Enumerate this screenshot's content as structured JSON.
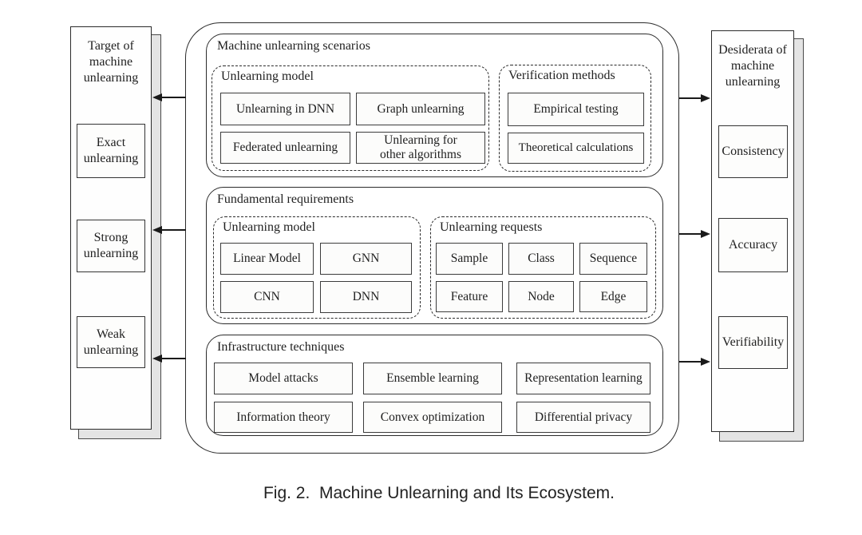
{
  "caption": "Fig. 2.  Machine Unlearning and Its Ecosystem.",
  "left_panel": {
    "title": "Target of\nmachine\nunlearning",
    "items": [
      "Exact\nunlearning",
      "Strong\nunlearning",
      "Weak\nunlearning"
    ]
  },
  "right_panel": {
    "title": "Desiderata of\nmachine\nunlearning",
    "items": [
      "Consistency",
      "Accuracy",
      "Verifiability"
    ]
  },
  "sections": {
    "scenarios": {
      "title": "Machine unlearning scenarios",
      "unlearning_model": {
        "title": "Unlearning model",
        "items": [
          "Unlearning in DNN",
          "Graph unlearning",
          "Federated unlearning",
          "Unlearning for\nother algorithms"
        ]
      },
      "verification_methods": {
        "title": "Verification methods",
        "items": [
          "Empirical testing",
          "Theoretical calculations"
        ]
      }
    },
    "requirements": {
      "title": "Fundamental requirements",
      "unlearning_model": {
        "title": "Unlearning model",
        "items": [
          "Linear Model",
          "GNN",
          "CNN",
          "DNN"
        ]
      },
      "unlearning_requests": {
        "title": "Unlearning requests",
        "items": [
          "Sample",
          "Class",
          "Sequence",
          "Feature",
          "Node",
          "Edge"
        ]
      }
    },
    "infrastructure": {
      "title": "Infrastructure techniques",
      "items": [
        "Model attacks",
        "Ensemble learning",
        "Representation learning",
        "Information theory",
        "Convex optimization",
        "Differential privacy"
      ]
    }
  },
  "colors": {
    "line": "#2b2b2b",
    "text": "#1f1f1f",
    "shadow_fill": "#e4e4e4",
    "box_fill": "#fcfcfb"
  }
}
